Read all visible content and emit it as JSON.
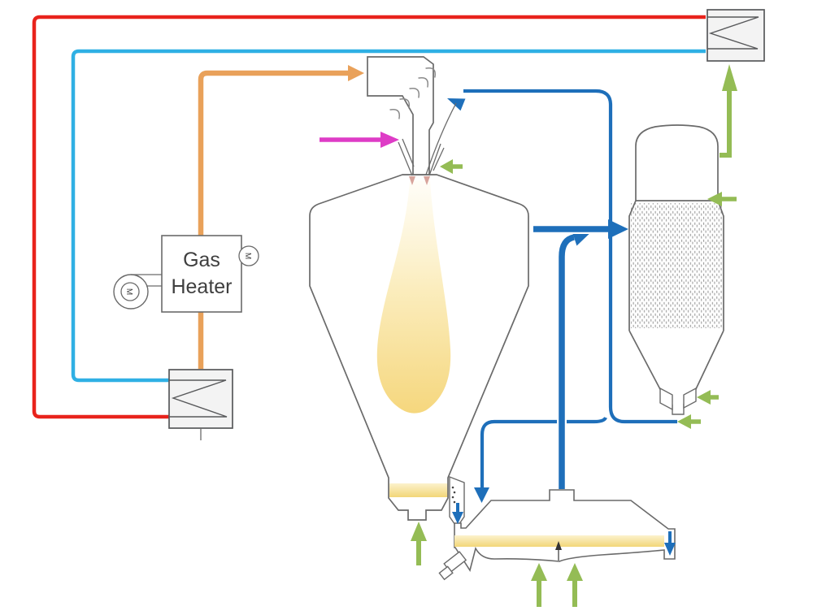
{
  "labels": {
    "gas_heater_line1": "Gas",
    "gas_heater_line2": "Heater",
    "motor_blower": "M",
    "motor_atomizer": "M"
  },
  "colors": {
    "red_line": "#e8231c",
    "light_blue_line": "#2fb0e4",
    "orange_line": "#e9a15a",
    "magenta_arrow": "#de3cc6",
    "blue_line": "#1e6fba",
    "green_arrow": "#94bc55",
    "outline": "#6a6a6a",
    "hx_outline": "#58595b",
    "hx_fill": "#f3f3f3",
    "plume_top": "#fffdf6",
    "plume_bottom": "#f5d67b",
    "powder_band_light": "#fcf2cd",
    "powder_band_dark": "#f2d678",
    "nozzle_tip": "#d8a49c",
    "filter_dots": "#9c9c9c",
    "label_text": "#3f3f3f"
  }
}
